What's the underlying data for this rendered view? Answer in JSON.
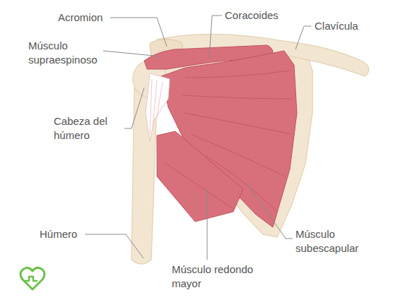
{
  "diagram": {
    "labels": [
      "Acromion",
      "Coracoides",
      "Clavícula",
      "Músculo supraespinoso",
      "Cabeza del húmero",
      "Húmero",
      "Músculo redondo mayor",
      "Músculo subescapular"
    ]
  }
}
